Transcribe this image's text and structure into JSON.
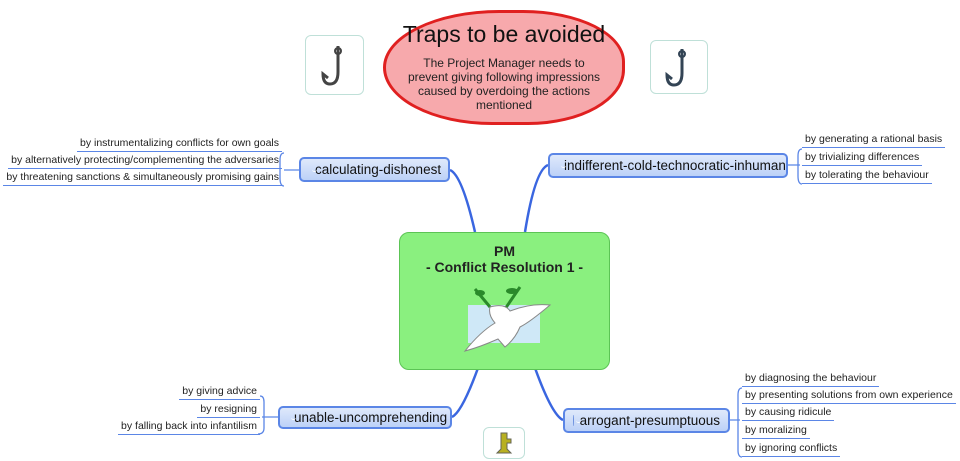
{
  "callout": {
    "title": "Traps to be avoided",
    "description": "The Project Manager needs to prevent giving following impressions caused by overdoing the actions mentioned"
  },
  "central": {
    "line1": "PM",
    "line2": "- Conflict Resolution 1 -"
  },
  "branches": {
    "calculating": {
      "label": "calculating-dishonest",
      "items": [
        "by instrumentalizing conflicts for own goals",
        "by alternatively protecting/complementing the adversaries",
        "by threatening sanctions & simultaneously promising gains"
      ]
    },
    "indifferent": {
      "label": "indifferent-cold-technocratic-inhuman",
      "items": [
        "by generating a rational basis",
        "by trivializing differences",
        "by tolerating the behaviour"
      ]
    },
    "unable": {
      "label": "unable-uncomprehending",
      "items": [
        "by giving advice",
        "by resigning",
        "by falling back into infantilism"
      ]
    },
    "arrogant": {
      "label": "arrogant-presumptuous",
      "items": [
        "by diagnosing the behaviour",
        "by presenting solutions from own experience",
        "by causing ridicule",
        "by moralizing",
        "by ignoring conflicts"
      ]
    }
  },
  "colors": {
    "link": "#3a66e0",
    "callout_fill": "#f7a9ac",
    "callout_border": "#e02020",
    "central_fill": "#8af07f"
  }
}
